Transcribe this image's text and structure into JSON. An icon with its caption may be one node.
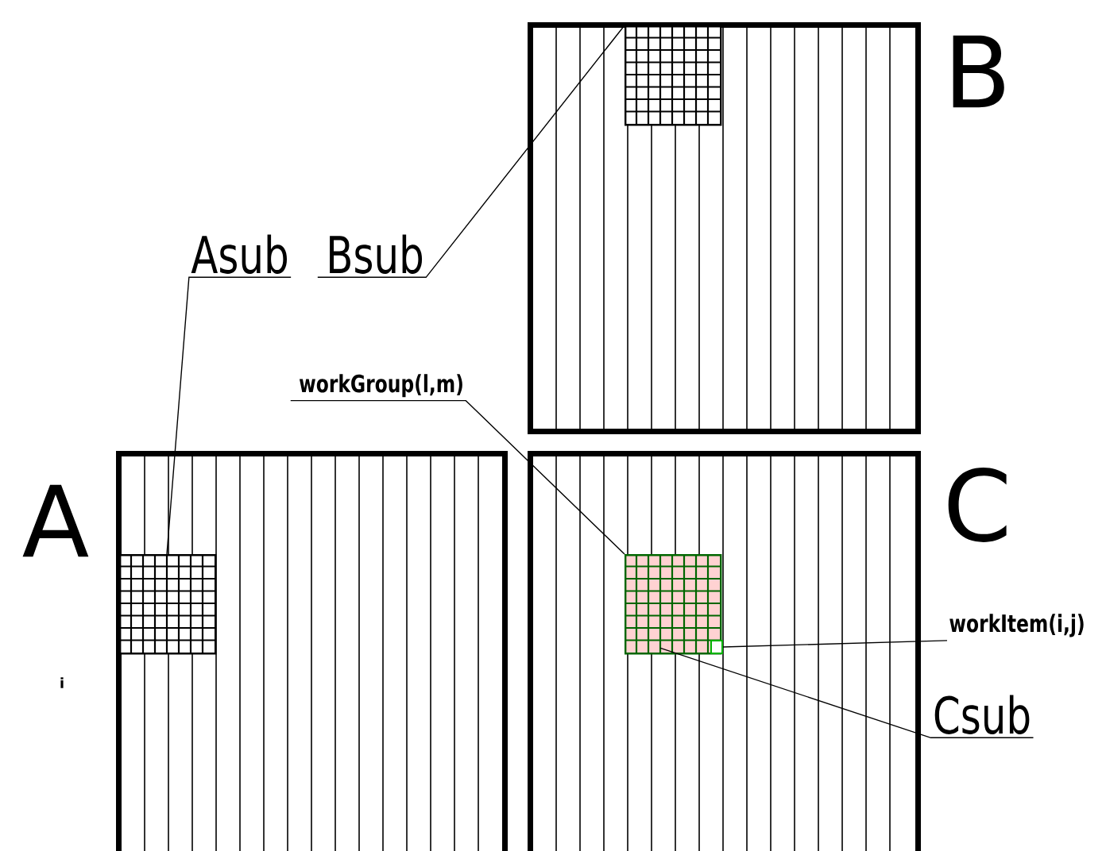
{
  "diagram": {
    "nodes": [
      {
        "text": [
          "B"
        ]
      },
      {
        "text": [],
        "shape": "box",
        "in": 0
      },
      {
        "text": [
          "Asub"
        ]
      },
      {
        "text": [
          "Bsub"
        ]
      },
      {
        "text": [
          "workGroup(l,m)"
        ]
      },
      {
        "text": [
          "A"
        ]
      },
      {
        "text": [],
        "shape": "box",
        "in": 5
      },
      {
        "text": [
          "C"
        ]
      },
      {
        "text": [],
        "shape": "box",
        "in": 7
      },
      {
        "text": [],
        "shape": "box",
        "in": 8
      },
      {
        "text": [
          "workItem(i,j)"
        ]
      },
      {
        "text": [
          "Csub"
        ]
      }
    ],
    "edges": [
      {
        "from": 2,
        "to": 6,
        "arrow": "none"
      },
      {
        "from": 3,
        "to": 1,
        "arrow": "none"
      },
      {
        "from": 4,
        "to": 8,
        "arrow": "none"
      },
      {
        "from": 10,
        "to": 9,
        "arrow": "none"
      },
      {
        "from": 11,
        "to": 8,
        "arrow": "none"
      }
    ],
    "labels": [
      "i"
    ]
  }
}
